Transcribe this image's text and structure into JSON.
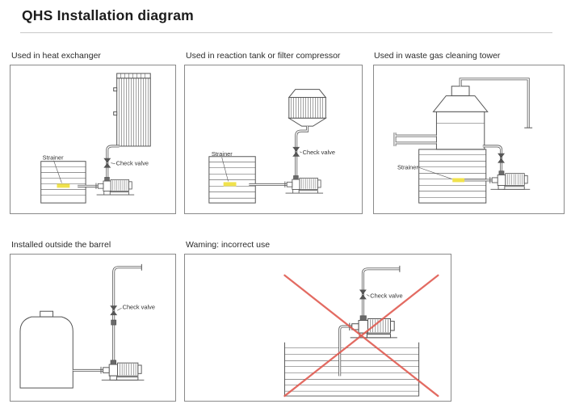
{
  "page": {
    "title": "QHS Installation diagram"
  },
  "panels": [
    {
      "caption": "Used in heat exchanger",
      "labels": {
        "strainer": "Strainer",
        "check_valve": "Check valve"
      }
    },
    {
      "caption": "Used in reaction tank or filter compressor",
      "labels": {
        "strainer": "Strainer",
        "check_valve": "Check valve"
      }
    },
    {
      "caption": "Used in waste gas cleaning tower",
      "labels": {
        "strainer": "Strainer"
      }
    },
    {
      "caption": "Installed outside the barrel",
      "labels": {
        "check_valve": "Check valve"
      }
    },
    {
      "caption": "Waming: incorrect use",
      "labels": {
        "check_valve": "Check valve"
      }
    }
  ],
  "colors": {
    "line": "#555555",
    "strainer_highlight": "#f0e24c",
    "error_cross": "#e05c52",
    "panel_border": "#8a8a8a",
    "divider": "#c9c9c9"
  }
}
